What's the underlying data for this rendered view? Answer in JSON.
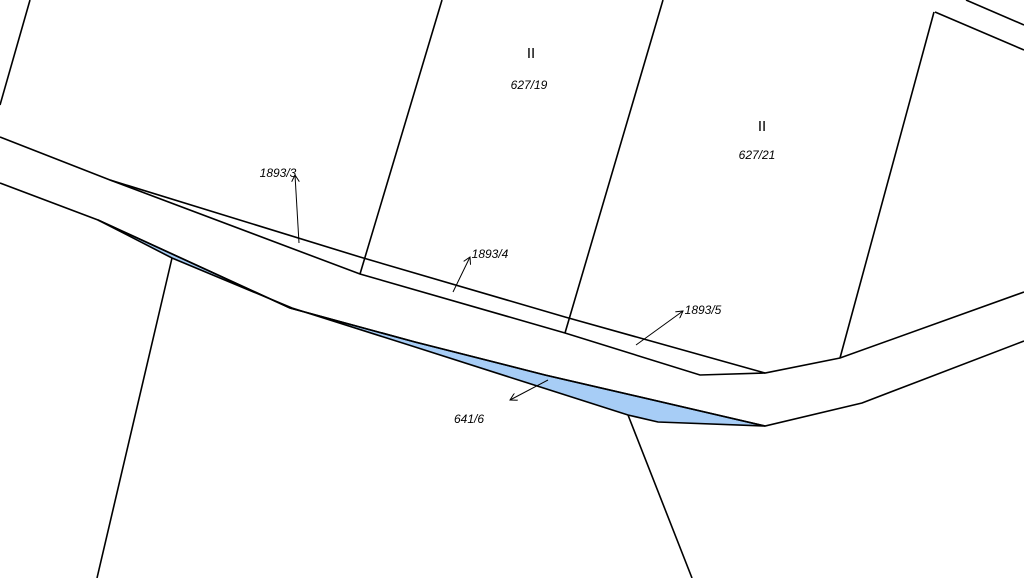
{
  "map": {
    "colors": {
      "line": "#000000",
      "highlight_fill": "#a7cdf6",
      "background": "#ffffff"
    },
    "parcels": [
      {
        "id": "627-19",
        "number": "627/19",
        "class": "II"
      },
      {
        "id": "627-21",
        "number": "627/21",
        "class": "II"
      },
      {
        "id": "1893-3",
        "number": "1893/3"
      },
      {
        "id": "1893-4",
        "number": "1893/4"
      },
      {
        "id": "1893-5",
        "number": "1893/5"
      },
      {
        "id": "641-6",
        "number": "641/6"
      }
    ]
  }
}
